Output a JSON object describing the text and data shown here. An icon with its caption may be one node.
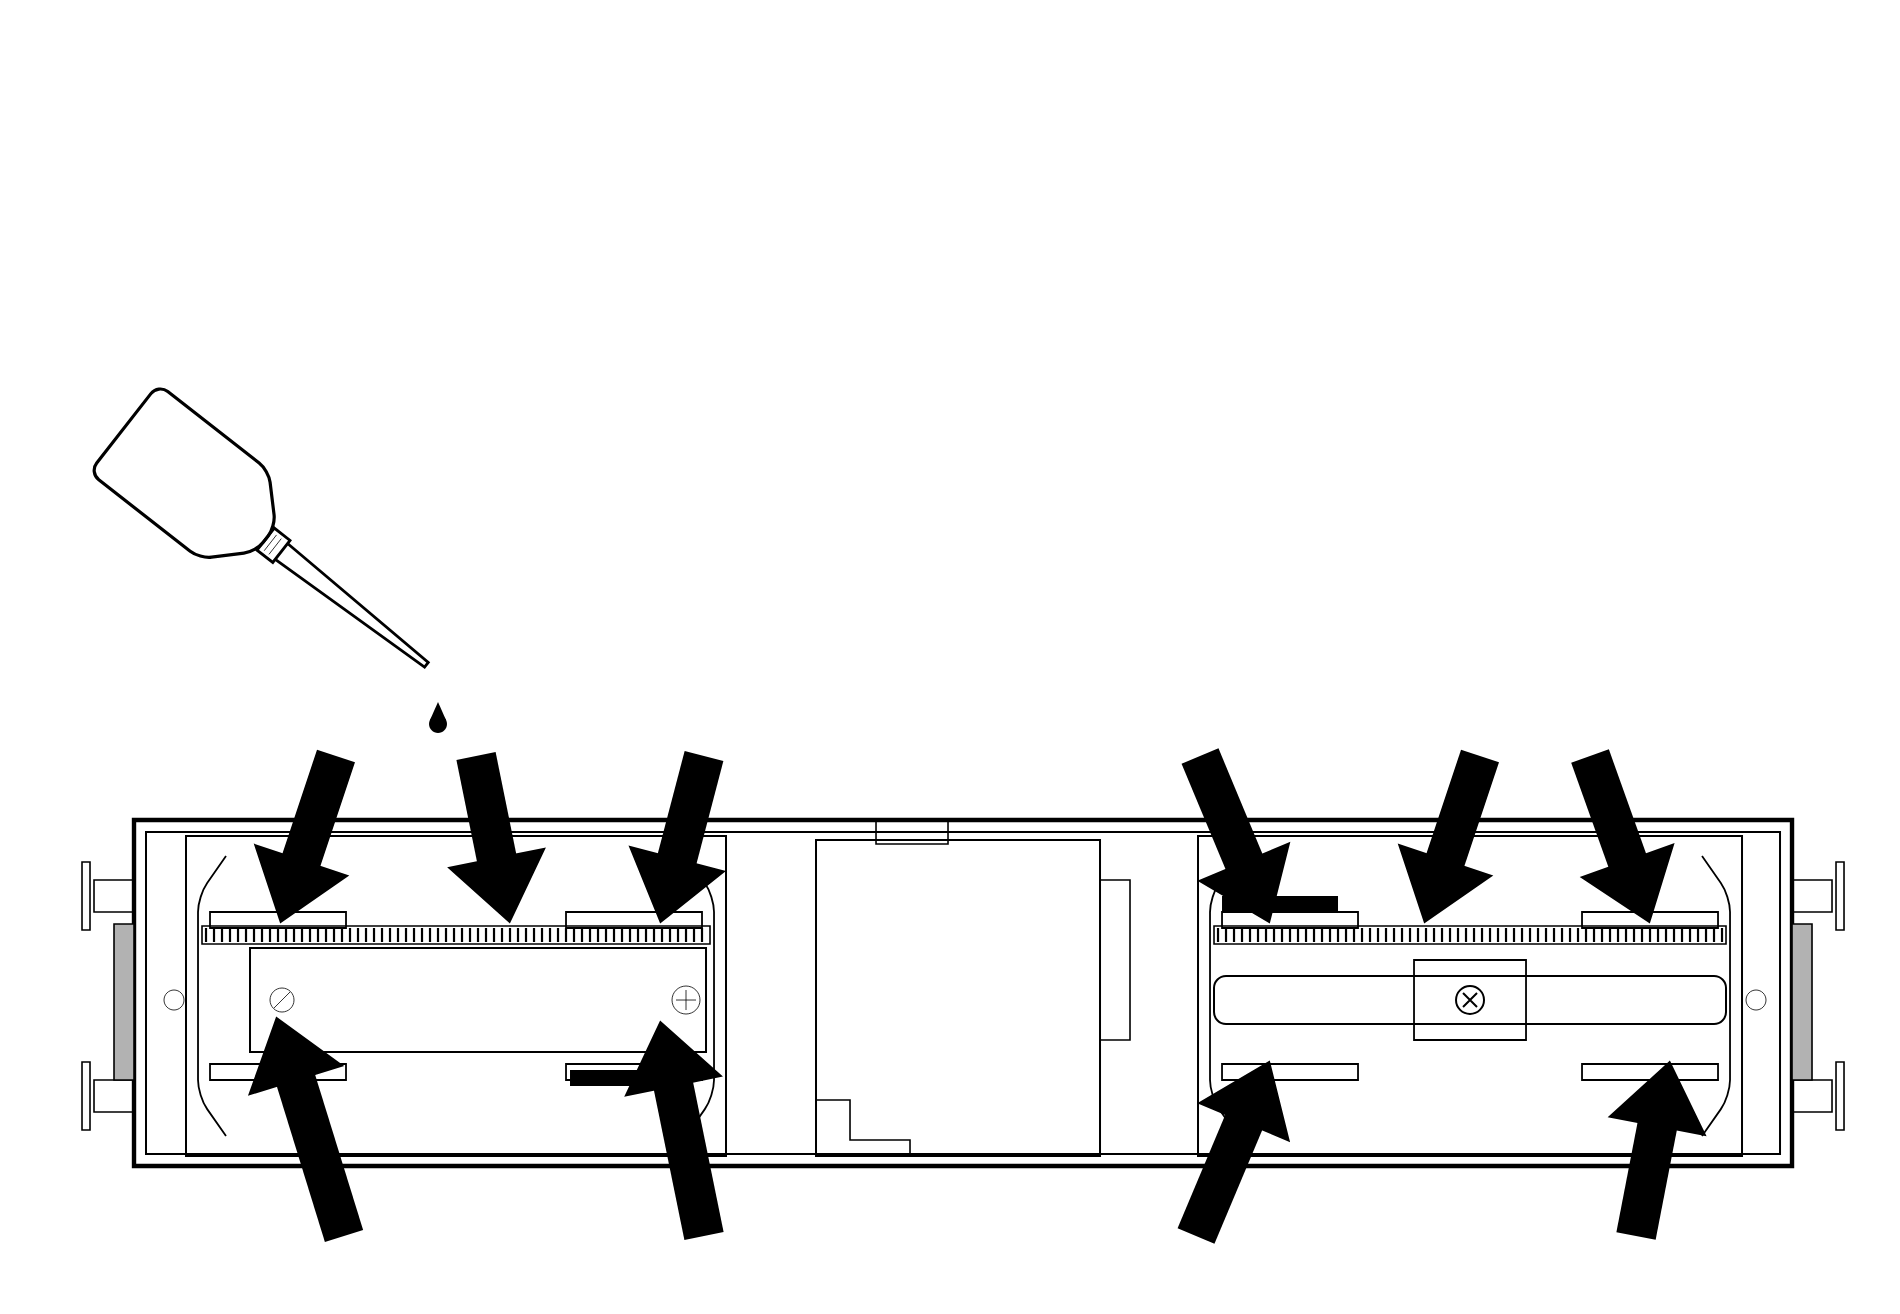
{
  "diagram": {
    "nodes": [
      {
        "text": [],
        "shape": "picture"
      },
      {
        "text": [],
        "shape": "picture"
      }
    ],
    "edges": [
      {
        "from": null,
        "to": 0,
        "arrow": "to"
      },
      {
        "from": null,
        "to": 0,
        "arrow": "to"
      },
      {
        "from": null,
        "to": 0,
        "arrow": "to"
      },
      {
        "from": null,
        "to": 0,
        "arrow": "to"
      },
      {
        "from": null,
        "to": 0,
        "arrow": "to"
      },
      {
        "from": null,
        "to": 1,
        "arrow": "to"
      },
      {
        "from": null,
        "to": 1,
        "arrow": "to"
      },
      {
        "from": null,
        "to": 1,
        "arrow": "to"
      },
      {
        "from": null,
        "to": 1,
        "arrow": "to"
      },
      {
        "from": null,
        "to": 1,
        "arrow": "to"
      }
    ]
  }
}
